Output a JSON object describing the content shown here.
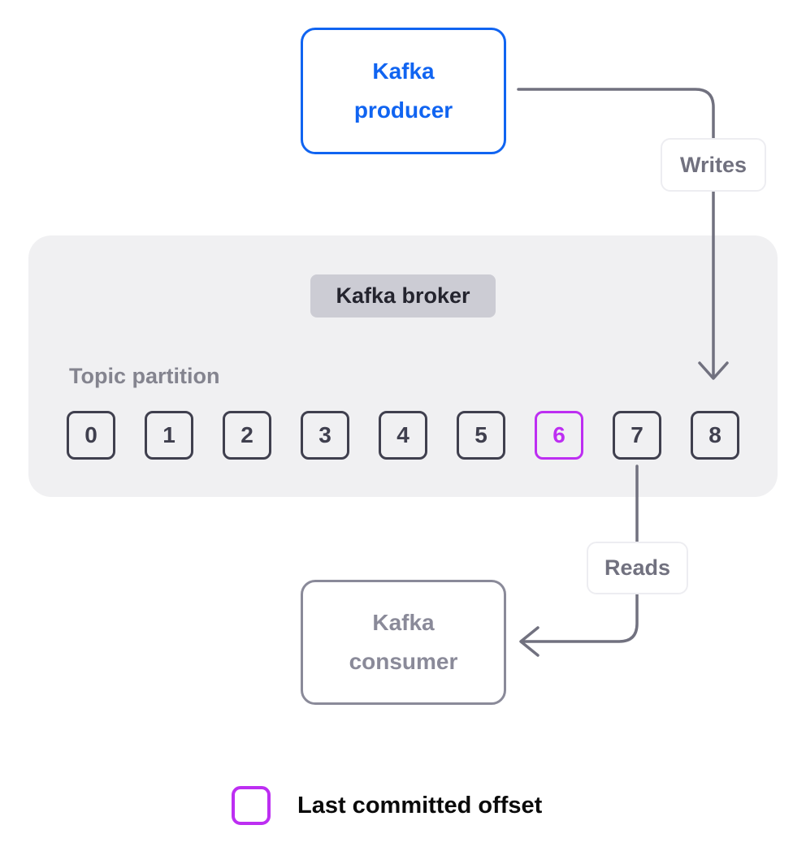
{
  "diagram": {
    "producer": {
      "label": "Kafka producer"
    },
    "writes_edge": {
      "label": "Writes"
    },
    "broker": {
      "label": "Kafka broker",
      "topic_partition_label": "Topic partition"
    },
    "reads_edge": {
      "label": "Reads"
    },
    "consumer": {
      "label": "Kafka consumer"
    },
    "legend": {
      "label": "Last committed offset"
    }
  },
  "partitions": [
    {
      "label": "0",
      "last_committed": false
    },
    {
      "label": "1",
      "last_committed": false
    },
    {
      "label": "2",
      "last_committed": false
    },
    {
      "label": "3",
      "last_committed": false
    },
    {
      "label": "4",
      "last_committed": false
    },
    {
      "label": "5",
      "last_committed": false
    },
    {
      "label": "6",
      "last_committed": true
    },
    {
      "label": "7",
      "last_committed": false
    },
    {
      "label": "8",
      "last_committed": false
    }
  ],
  "colors": {
    "producer_blue": "#1064f1",
    "connector_gray": "#71717f",
    "partition_dark": "#3f3f4e",
    "highlight_purple": "#bd2ef2",
    "broker_background": "#f0f0f2",
    "broker_badge_background": "#ccccd4",
    "muted_label_gray": "#84848f",
    "consumer_gray": "#8a8a99"
  }
}
